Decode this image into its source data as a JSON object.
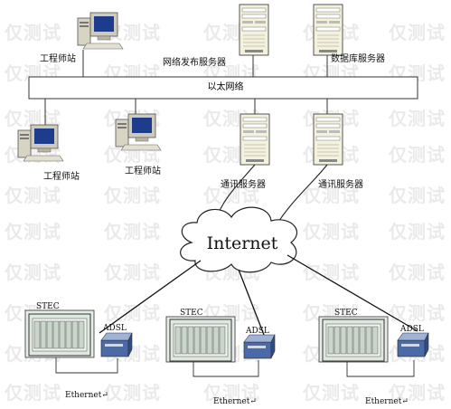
{
  "watermark": "仅测试",
  "nodes": {
    "engineer_station_1": "工程师站",
    "engineer_station_2": "工程师站",
    "engineer_station_3": "工程师站",
    "web_server": "网络发布服务器",
    "db_server": "数据库服务器",
    "comm_server_1": "通讯服务器",
    "comm_server_2": "通讯服务器",
    "ethernet_bus": "以太网络",
    "internet": "Internet"
  },
  "sites": [
    {
      "stec": "STEC",
      "adsl": "ADSL",
      "ethernet": "Ethernet↵"
    },
    {
      "stec": "STEC",
      "adsl": "ADSL",
      "ethernet": "Ethernet↵"
    },
    {
      "stec": "STEC",
      "adsl": "ADSL",
      "ethernet": "Ethernet↵"
    }
  ],
  "colors": {
    "line": "#333333",
    "monitor_screen": "#1e3c8c",
    "server_body": "#f4f1dc",
    "rack_bg": "#dfe8df"
  }
}
